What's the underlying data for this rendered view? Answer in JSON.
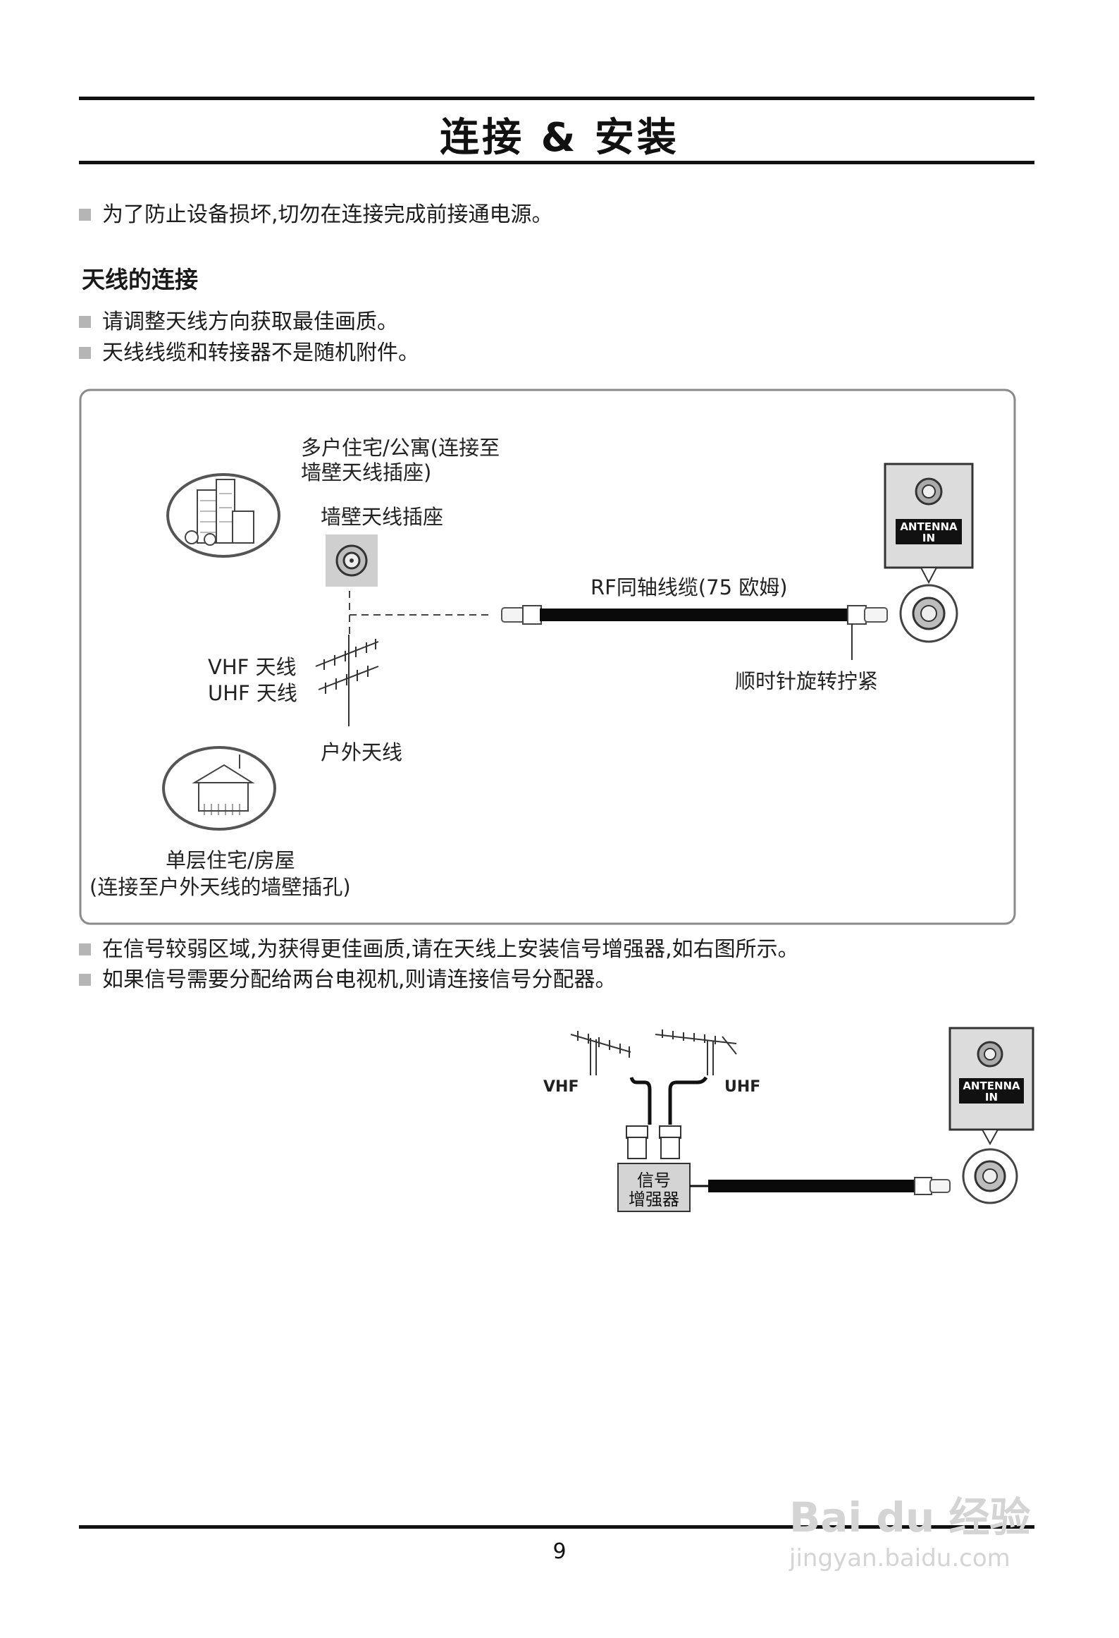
{
  "page": {
    "title": "连接 & 安装",
    "page_number": "9"
  },
  "intro": {
    "bullet": "为了防止设备损坏,切勿在连接完成前接通电源。"
  },
  "antenna_section": {
    "heading": "天线的连接",
    "bullets": [
      "请调整天线方向获取最佳画质。",
      "天线线缆和转接器不是随机附件。"
    ]
  },
  "diagram1": {
    "apartment_label_line1": "多户住宅/公寓(连接至",
    "apartment_label_line2": "墙壁天线插座)",
    "wall_socket_label": "墙壁天线插座",
    "vhf_label": "VHF 天线",
    "uhf_label": "UHF 天线",
    "outdoor_antenna_label": "户外天线",
    "house_label_line1": "单层住宅/房屋",
    "house_label_line2": "(连接至户外天线的墙壁插孔)",
    "cable_label": "RF同轴线缆(75 欧姆)",
    "tighten_label": "顺时针旋转拧紧",
    "antenna_in_line1": "ANTENNA",
    "antenna_in_line2": "IN"
  },
  "booster_section": {
    "bullets": [
      "在信号较弱区域,为获得更佳画质,请在天线上安装信号增强器,如右图所示。",
      "如果信号需要分配给两台电视机,则请连接信号分配器。"
    ]
  },
  "diagram2": {
    "vhf_label": "VHF",
    "uhf_label": "UHF",
    "booster_line1": "信号",
    "booster_line2": "增强器",
    "antenna_in_line1": "ANTENNA",
    "antenna_in_line2": "IN"
  },
  "watermark": {
    "brand": "Bai du 经验",
    "url": "jingyan.baidu.com"
  }
}
